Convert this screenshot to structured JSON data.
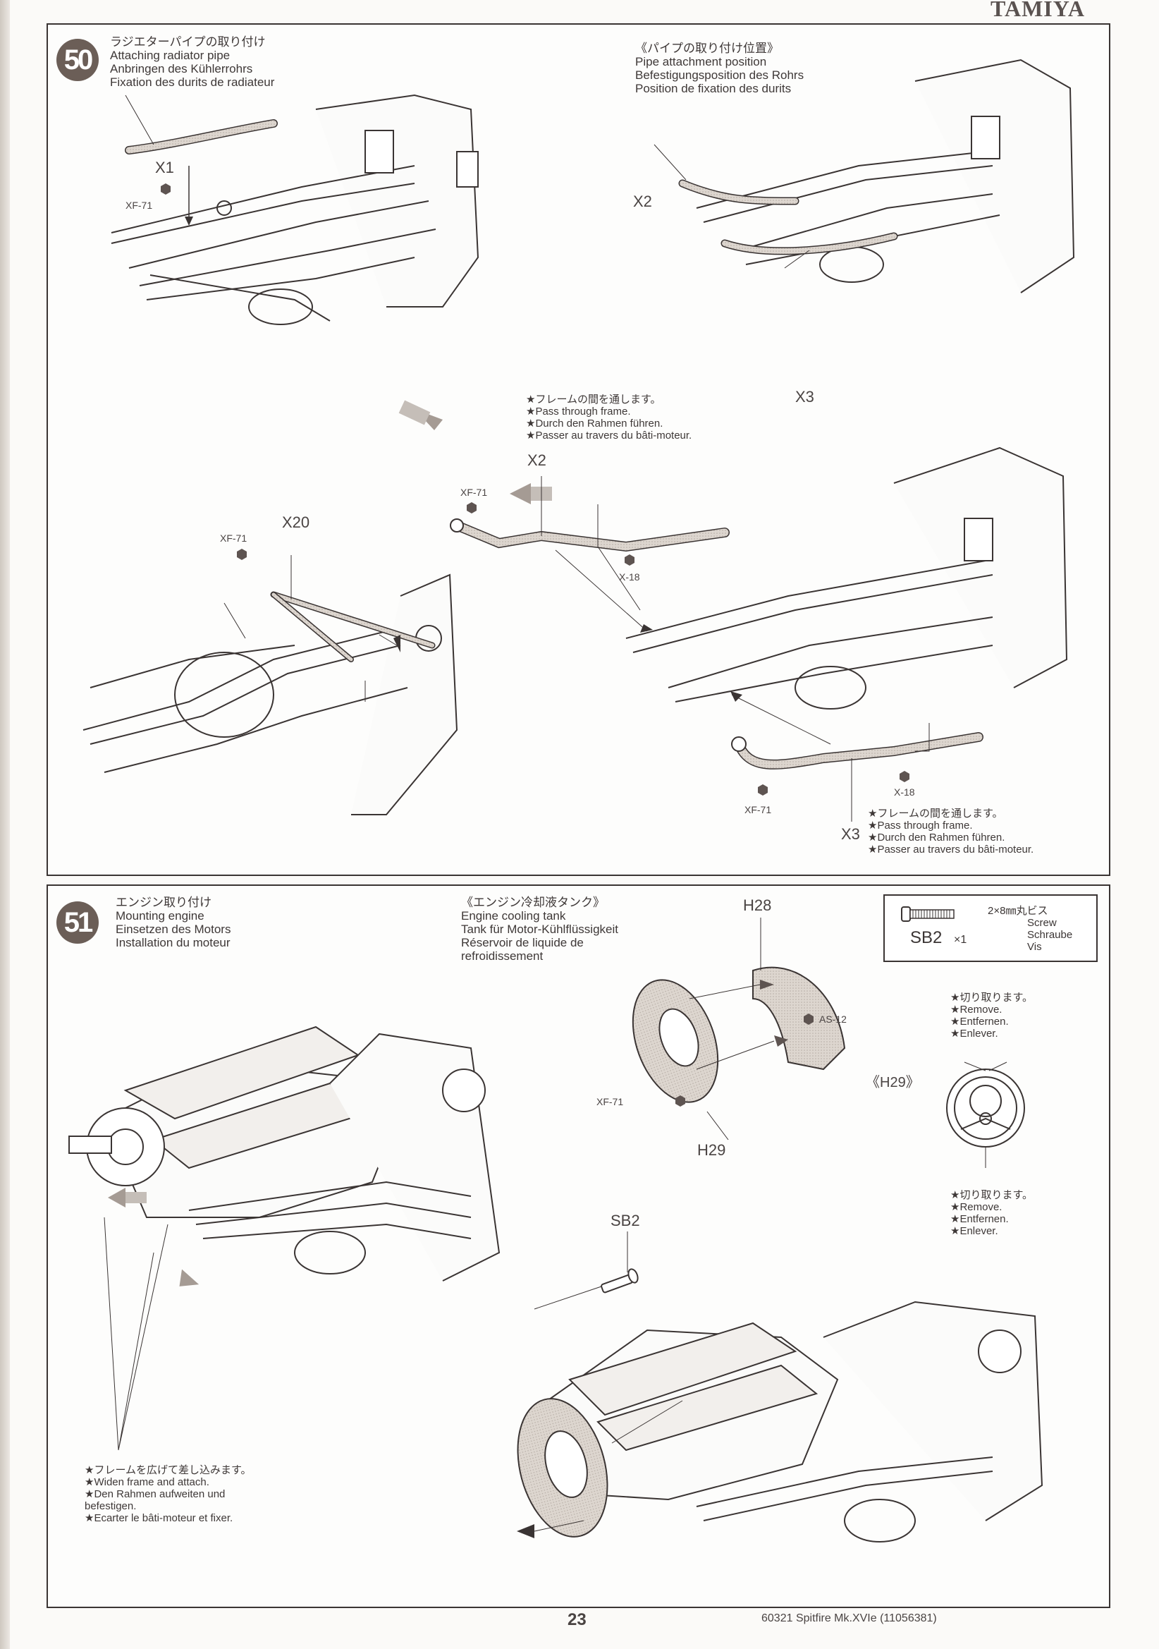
{
  "brand": "TAMIYA",
  "steps": [
    {
      "number": "50",
      "title_jp": "ラジエターパイプの取り付け",
      "title_en": "Attaching radiator pipe",
      "title_de": "Anbringen des Kühlerrohrs",
      "title_fr": "Fixation des durits de radiateur",
      "inset_title": {
        "jp": "《パイプの取り付け位置》",
        "en": "Pipe attachment position",
        "de": "Befestigungsposition des Rohrs",
        "fr": "Position de fixation des durits"
      },
      "parts": {
        "x1": "X1",
        "x2_top": "X2",
        "x3_top": "X3",
        "x2": "X2",
        "x20": "X20",
        "x3": "X3"
      },
      "paints": {
        "xf71_a": "XF-71",
        "xf71_b": "XF-71",
        "xf71_c": "XF-71",
        "xf71_d": "XF-71",
        "x18_a": "X-18",
        "x18_b": "X-18"
      },
      "note_pass_1": {
        "jp": "★フレームの間を通します。",
        "en": "★Pass through frame.",
        "de": "★Durch den Rahmen führen.",
        "fr": "★Passer au travers du bâti-moteur."
      },
      "note_pass_2": {
        "jp": "★フレームの間を通します。",
        "en": "★Pass through frame.",
        "de": "★Durch den Rahmen führen.",
        "fr": "★Passer au travers du bâti-moteur."
      }
    },
    {
      "number": "51",
      "title_jp": "エンジン取り付け",
      "title_en": "Mounting engine",
      "title_de": "Einsetzen des Motors",
      "title_fr": "Installation du moteur",
      "inset_title": {
        "jp": "《エンジン冷却液タンク》",
        "en": "Engine cooling tank",
        "de": "Tank für Motor-Kühlflüssigkeit",
        "fr1": "Réservoir de liquide de",
        "fr2": "refroidissement"
      },
      "parts": {
        "h28": "H28",
        "h29": "H29",
        "h29_detail": "《H29》",
        "sb2": "SB2"
      },
      "paints": {
        "as12": "AS-12",
        "xf71": "XF-71"
      },
      "screw_box": {
        "part": "SB2",
        "qty": "×1",
        "jp": "2×8㎜丸ビス",
        "en": "Screw",
        "de": "Schraube",
        "fr": "Vis"
      },
      "note_remove_1": {
        "jp": "★切り取ります。",
        "en": "★Remove.",
        "de": "★Entfernen.",
        "fr": "★Enlever."
      },
      "note_remove_2": {
        "jp": "★切り取ります。",
        "en": "★Remove.",
        "de": "★Entfernen.",
        "fr": "★Enlever."
      },
      "note_widen": {
        "jp": "★フレームを広げて差し込みます。",
        "en": "★Widen frame and attach.",
        "de1": "★Den Rahmen aufweiten und",
        "de2": "befestigen.",
        "fr": "★Ecarter le bâti-moteur et fixer."
      }
    }
  ],
  "footer": {
    "page_number": "23",
    "product": "60321  Spitfire Mk.XVIe (11056381)"
  },
  "colors": {
    "badge": "#6b5e57",
    "ink": "#3b3534",
    "paint_chip": "#5e5451",
    "pipe_fill": "#d9d2cb"
  }
}
